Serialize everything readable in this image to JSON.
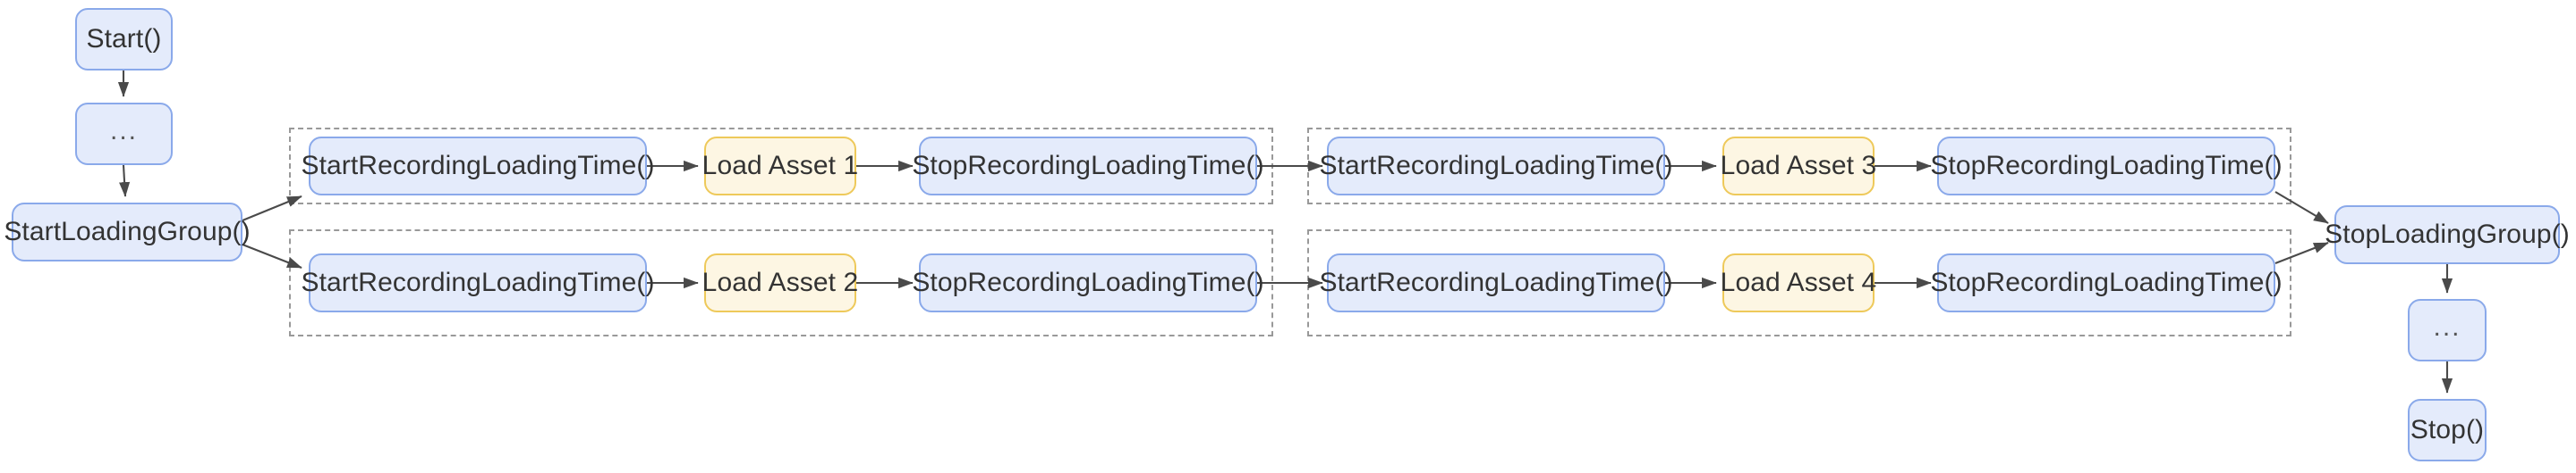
{
  "diagram": {
    "title": "Loading group instrumentation flow",
    "type": "flowchart",
    "direction": "left-to-right",
    "colors": {
      "node_fill_blue": "#e4ebfb",
      "node_stroke_blue": "#8aa9ea",
      "node_fill_yellow": "#fdf6e3",
      "node_stroke_yellow": "#eec95a",
      "edge_stroke": "#333333",
      "group_stroke": "#999999",
      "background": "#ffffff",
      "text": "#333333"
    }
  },
  "nodes": {
    "start": "Start()",
    "pre_ellipsis": "...",
    "start_loading_group": "StartLoadingGroup()",
    "stop_loading_group": "StopLoadingGroup()",
    "post_ellipsis": "...",
    "stop": "Stop()"
  },
  "groups": [
    {
      "id": "group-1",
      "lanes": [
        {
          "id": "lane-1",
          "steps": [
            {
              "label": "StartRecordingLoadingTime()",
              "kind": "blue"
            },
            {
              "label": "Load Asset 1",
              "kind": "yellow"
            },
            {
              "label": "StopRecordingLoadingTime()",
              "kind": "blue"
            }
          ]
        },
        {
          "id": "lane-2",
          "steps": [
            {
              "label": "StartRecordingLoadingTime()",
              "kind": "blue"
            },
            {
              "label": "Load Asset 2",
              "kind": "yellow"
            },
            {
              "label": "StopRecordingLoadingTime()",
              "kind": "blue"
            }
          ]
        }
      ]
    },
    {
      "id": "group-2",
      "lanes": [
        {
          "id": "lane-1",
          "steps": [
            {
              "label": "StartRecordingLoadingTime()",
              "kind": "blue"
            },
            {
              "label": "Load Asset 3",
              "kind": "yellow"
            },
            {
              "label": "StopRecordingLoadingTime()",
              "kind": "blue"
            }
          ]
        },
        {
          "id": "lane-2",
          "steps": [
            {
              "label": "StartRecordingLoadingTime()",
              "kind": "blue"
            },
            {
              "label": "Load Asset 4",
              "kind": "yellow"
            },
            {
              "label": "StopRecordingLoadingTime()",
              "kind": "blue"
            }
          ]
        }
      ]
    }
  ]
}
